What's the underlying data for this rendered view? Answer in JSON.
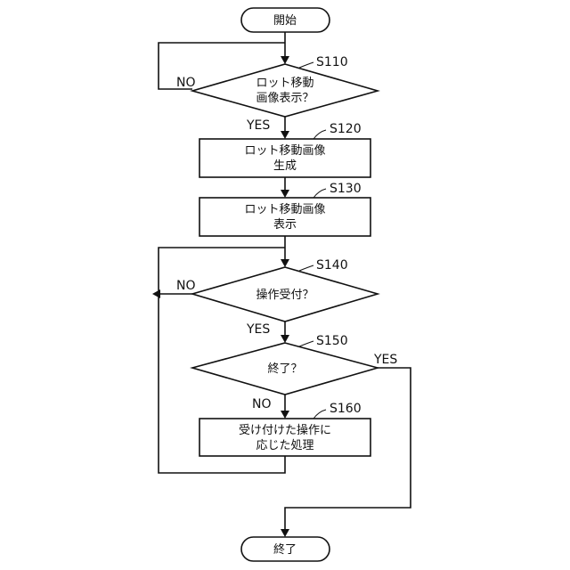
{
  "nodes": {
    "start": "開始",
    "s110": {
      "step": "S110",
      "line1": "ロット移動",
      "line2": "画像表示？"
    },
    "s120": {
      "step": "S120",
      "line1": "ロット移動画像",
      "line2": "生成"
    },
    "s130": {
      "step": "S130",
      "line1": "ロット移動画像",
      "line2": "表示"
    },
    "s140": {
      "step": "S140",
      "line1": "操作受付？"
    },
    "s150": {
      "step": "S150",
      "line1": "終了？"
    },
    "s160": {
      "step": "S160",
      "line1": "受け付けた操作に",
      "line2": "応じた処理"
    },
    "end": "終了"
  },
  "branches": {
    "s110_no": "NO",
    "s110_yes": "YES",
    "s140_no": "NO",
    "s140_yes": "YES",
    "s150_yes": "YES",
    "s150_no": "NO"
  }
}
